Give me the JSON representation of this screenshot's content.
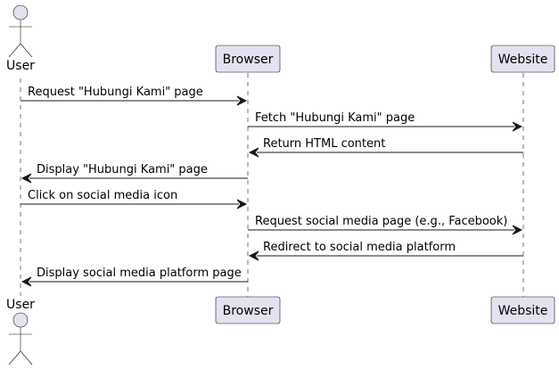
{
  "participants": {
    "user": {
      "label": "User",
      "kind": "actor"
    },
    "browser": {
      "label": "Browser",
      "kind": "participant"
    },
    "website": {
      "label": "Website",
      "kind": "participant"
    }
  },
  "messages": [
    {
      "from": "user",
      "to": "browser",
      "label": "Request \"Hubungi Kami\" page"
    },
    {
      "from": "browser",
      "to": "website",
      "label": "Fetch \"Hubungi Kami\" page"
    },
    {
      "from": "website",
      "to": "browser",
      "label": "Return HTML content"
    },
    {
      "from": "browser",
      "to": "user",
      "label": "Display \"Hubungi Kami\" page"
    },
    {
      "from": "user",
      "to": "browser",
      "label": "Click on social media icon"
    },
    {
      "from": "browser",
      "to": "website",
      "label": "Request social media page (e.g., Facebook)"
    },
    {
      "from": "website",
      "to": "browser",
      "label": "Redirect to social media platform"
    },
    {
      "from": "browser",
      "to": "user",
      "label": "Display social media platform page"
    }
  ],
  "colors": {
    "participant_fill": "#E2E2F0",
    "line": "#181818",
    "text": "#000000",
    "background": "#FFFFFF"
  }
}
